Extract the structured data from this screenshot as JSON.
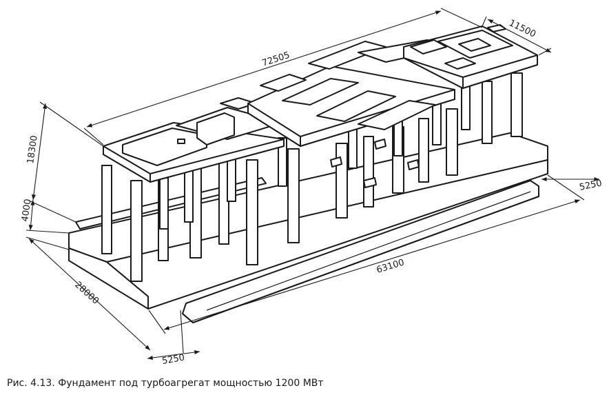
{
  "caption": "Рис. 4.13. Фундамент под турбоагрегат мощностью 1200 МВт",
  "dimensions": {
    "total_length": "72505",
    "top_width": "11500",
    "height": "18300",
    "slab_thickness": "4000",
    "base_width": "28000",
    "base_length": "63100",
    "offset_left": "5250",
    "offset_right": "5250"
  }
}
